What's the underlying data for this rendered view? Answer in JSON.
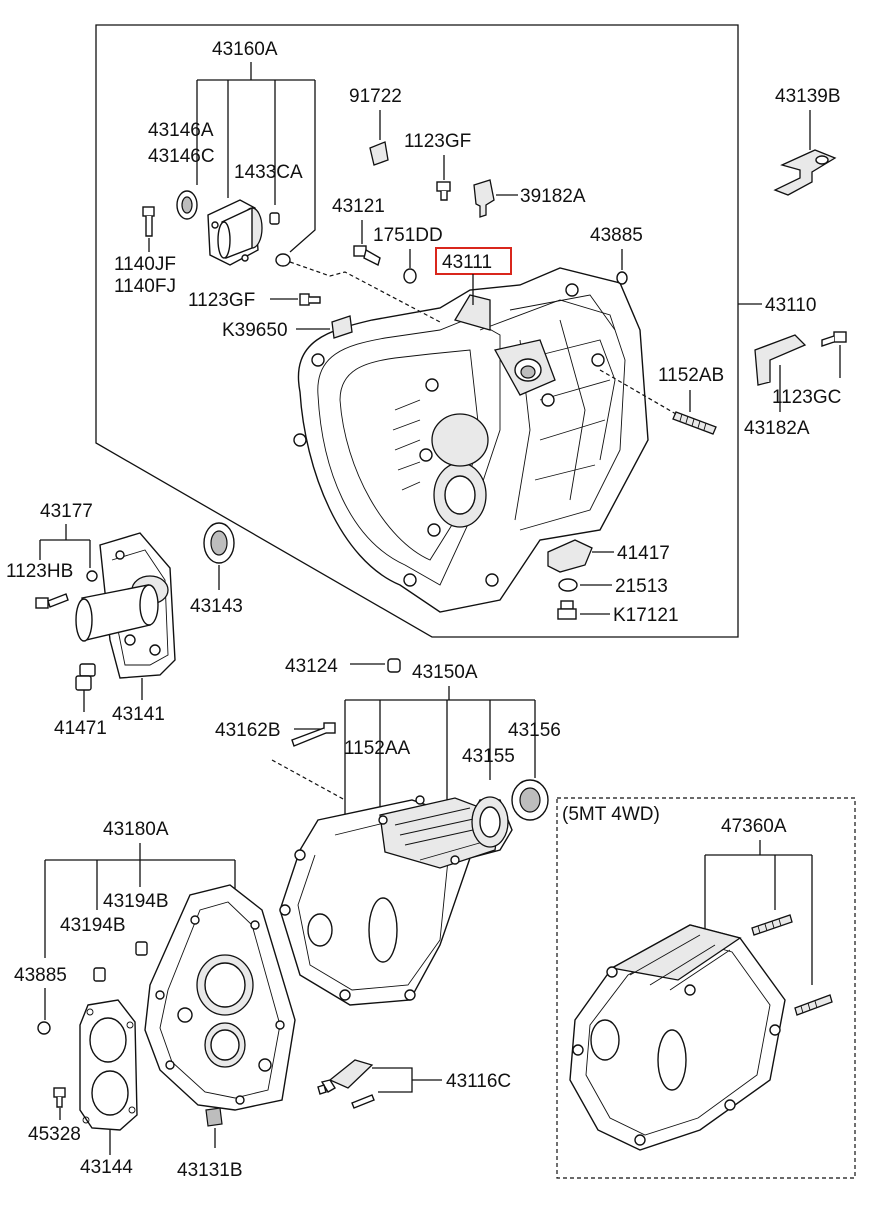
{
  "labels": {
    "p43160A": "43160A",
    "p43146A": "43146A",
    "p43146C": "43146C",
    "p1433CA": "1433CA",
    "p1140JF": "1140JF",
    "p1140FJ": "1140FJ",
    "p1123GF_a": "1123GF",
    "pK39650": "K39650",
    "p91722": "91722",
    "p1123GF_b": "1123GF",
    "p39182A": "39182A",
    "p43121": "43121",
    "p1751DD": "1751DD",
    "p43111": "43111",
    "p43885_a": "43885",
    "p43110": "43110",
    "p43139B": "43139B",
    "p1123GC": "1123GC",
    "p43182A": "43182A",
    "p1152AB": "1152AB",
    "p41417": "41417",
    "p21513": "21513",
    "pK17121": "K17121",
    "p43177": "43177",
    "p1123HB": "1123HB",
    "p43143": "43143",
    "p41471": "41471",
    "p43141": "43141",
    "p43124": "43124",
    "p43150A": "43150A",
    "p43162B": "43162B",
    "p1152AA": "1152AA",
    "p43155": "43155",
    "p43156": "43156",
    "p5MT4WD": "(5MT 4WD)",
    "p47360A": "47360A",
    "p43180A": "43180A",
    "p43194B_a": "43194B",
    "p43194B_b": "43194B",
    "p43885_b": "43885",
    "p45328": "45328",
    "p43144": "43144",
    "p43131B": "43131B",
    "p43116C": "43116C"
  },
  "highlight_color": "#d9261c"
}
